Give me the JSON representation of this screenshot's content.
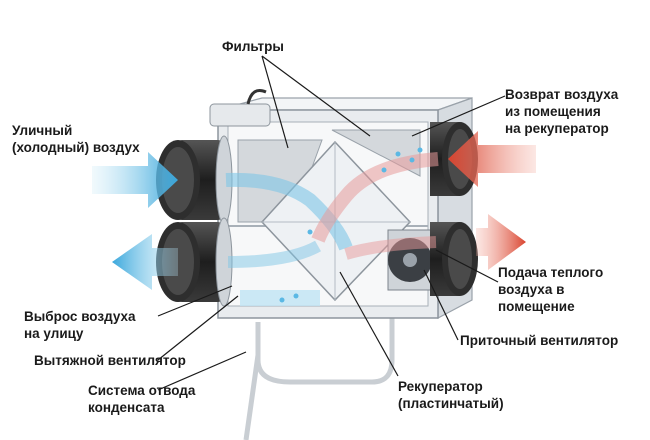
{
  "labels": {
    "filters": "Фильтры",
    "outdoor_air": [
      "Уличный",
      "(холодный) воздух"
    ],
    "return_air": [
      "Возврат воздуха",
      "из помещения",
      "на рекуператор"
    ],
    "warm_supply": [
      "Подача теплого",
      "воздуха в",
      "помещение"
    ],
    "exhaust_out": [
      "Выброс воздуха",
      "на улицу"
    ],
    "exhaust_fan": "Вытяжной вентилятор",
    "supply_fan": "Приточный вентилятор",
    "condensate": [
      "Система отвода",
      "конденсата"
    ],
    "recuperator": [
      "Рекуператор",
      "(пластинчатый)"
    ]
  },
  "colors": {
    "cold_arrow": "#4fb3e0",
    "warm_arrow": "#e0563f",
    "housing": "#eceff2",
    "duct": "#2b2b2b"
  }
}
